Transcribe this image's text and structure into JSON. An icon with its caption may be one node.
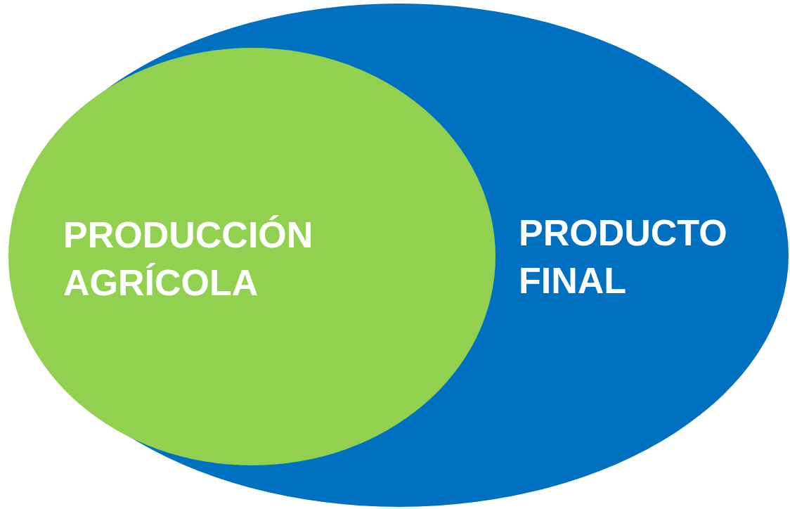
{
  "diagram": {
    "nodes": [
      {
        "text": [
          "PRODUCTO FINAL"
        ]
      },
      {
        "text": [
          "PRODUCCIÓN AGRÍCOLA"
        ],
        "in": 0
      }
    ]
  }
}
